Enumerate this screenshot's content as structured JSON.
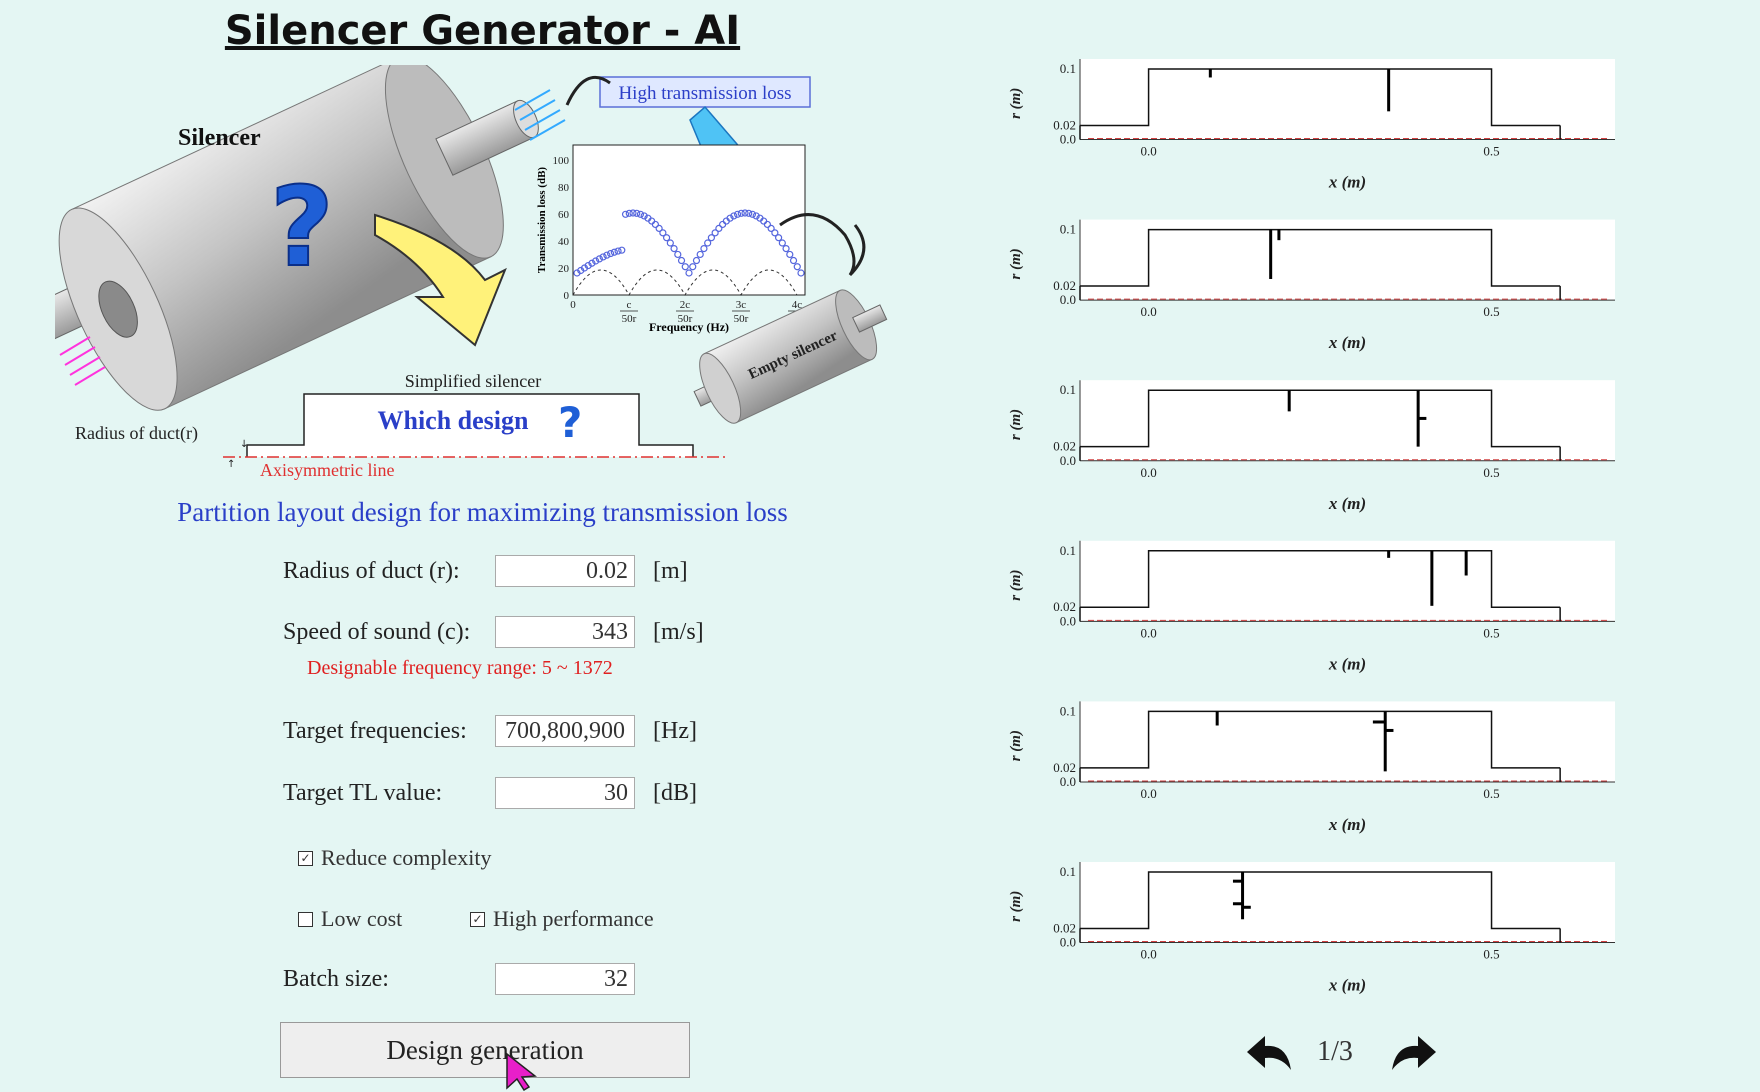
{
  "app": {
    "title": "Silencer Generator - AI"
  },
  "illustration": {
    "silencer_label": "Silencer",
    "high_tl_label": "High transmission loss",
    "tl_ylabel": "Transmission loss (dB)",
    "tl_xlabel": "Frequency (Hz)",
    "tl_yticks": [
      "0",
      "20",
      "40",
      "60",
      "80",
      "100"
    ],
    "tl_xticks": [
      {
        "num": "0",
        "den": ""
      },
      {
        "num": "c",
        "den": "50r"
      },
      {
        "num": "2c",
        "den": "50r"
      },
      {
        "num": "3c",
        "den": "50r"
      },
      {
        "num": "4c",
        "den": "50r"
      }
    ],
    "empty_silencer_label": "Empty silencer",
    "simplified_label": "Simplified silencer",
    "which_design_label": "Which design",
    "radius_label": "Radius of duct(r)",
    "axis_label": "Axisymmetric line"
  },
  "form": {
    "section_title": "Partition layout design for maximizing transmission loss",
    "radius": {
      "label": "Radius of duct (r):",
      "value": "0.02",
      "unit": "[m]"
    },
    "speed": {
      "label": "Speed of sound (c):",
      "value": "343",
      "unit": "[m/s]"
    },
    "freq_range": "Designable frequency range: 5 ~ 1372",
    "target_freq": {
      "label": "Target frequencies:",
      "value": "700,800,900",
      "unit": "[Hz]"
    },
    "target_tl": {
      "label": "Target TL value:",
      "value": "30",
      "unit": "[dB]"
    },
    "reduce_complexity": {
      "label": "Reduce complexity",
      "checked": true
    },
    "low_cost": {
      "label": "Low cost",
      "checked": false
    },
    "high_performance": {
      "label": "High performance",
      "checked": true
    },
    "batch": {
      "label": "Batch size:",
      "value": "32"
    },
    "button_label": "Design generation"
  },
  "results": {
    "ylabel": "r (m)",
    "xlabel": "x (m)",
    "yticks": [
      "0.1",
      "0.02",
      "0.0"
    ],
    "xticks": [
      "0.0",
      "0.5"
    ],
    "page_indicator": "1/3",
    "designs": [
      {
        "partitions": [
          {
            "x": 0.09,
            "r_top": 0.1,
            "r_bot": 0.088
          },
          {
            "x": 0.35,
            "r_top": 0.1,
            "r_bot": 0.04
          }
        ]
      },
      {
        "partitions": [
          {
            "x": 0.178,
            "r_top": 0.1,
            "r_bot": 0.03
          },
          {
            "x": 0.19,
            "r_top": 0.1,
            "r_bot": 0.085
          }
        ]
      },
      {
        "partitions": [
          {
            "x": 0.205,
            "r_top": 0.1,
            "r_bot": 0.07
          },
          {
            "x": 0.393,
            "r_top": 0.1,
            "r_bot": 0.02
          }
        ],
        "stubs": [
          {
            "x": 0.393,
            "r": 0.06,
            "len": 0.012
          }
        ]
      },
      {
        "partitions": [
          {
            "x": 0.35,
            "r_top": 0.1,
            "r_bot": 0.09
          },
          {
            "x": 0.413,
            "r_top": 0.1,
            "r_bot": 0.022
          },
          {
            "x": 0.463,
            "r_top": 0.1,
            "r_bot": 0.065
          }
        ]
      },
      {
        "partitions": [
          {
            "x": 0.1,
            "r_top": 0.1,
            "r_bot": 0.08
          },
          {
            "x": 0.345,
            "r_top": 0.1,
            "r_bot": 0.015
          }
        ],
        "stubs": [
          {
            "x": 0.345,
            "r": 0.085,
            "len": -0.018
          },
          {
            "x": 0.345,
            "r": 0.073,
            "len": 0.012
          }
        ]
      },
      {
        "partitions": [
          {
            "x": 0.137,
            "r_top": 0.1,
            "r_bot": 0.033
          }
        ],
        "stubs": [
          {
            "x": 0.137,
            "r": 0.087,
            "len": -0.014
          },
          {
            "x": 0.137,
            "r": 0.055,
            "len": -0.014
          },
          {
            "x": 0.137,
            "r": 0.05,
            "len": 0.012
          }
        ]
      }
    ]
  },
  "cursor": {
    "icon": "pointer-cursor-icon"
  }
}
